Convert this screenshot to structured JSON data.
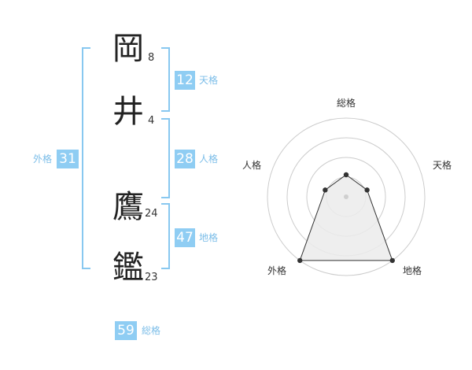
{
  "name": {
    "characters": [
      {
        "kanji": "岡",
        "strokes": "8"
      },
      {
        "kanji": "井",
        "strokes": "4"
      },
      {
        "kanji": "鷹",
        "strokes": "24"
      },
      {
        "kanji": "鑑",
        "strokes": "23"
      }
    ]
  },
  "scores": {
    "tenkaku": {
      "value": "12",
      "label": "天格"
    },
    "jinkaku": {
      "value": "28",
      "label": "人格"
    },
    "chikaku": {
      "value": "47",
      "label": "地格"
    },
    "gaikaku": {
      "value": "31",
      "label": "外格"
    },
    "soukaku": {
      "value": "59",
      "label": "総格"
    }
  },
  "chart_data": {
    "type": "radar",
    "axes": [
      "総格",
      "天格",
      "地格",
      "外格",
      "人格"
    ],
    "rings": 4,
    "values": [
      0.28,
      0.28,
      1.0,
      1.0,
      0.28
    ],
    "fill_color": "#ebebeb",
    "line_color": "#333333",
    "grid_color": "#cccccc"
  },
  "colors": {
    "accent": "#8fcdf3",
    "accent_text": "#7bbde8"
  }
}
